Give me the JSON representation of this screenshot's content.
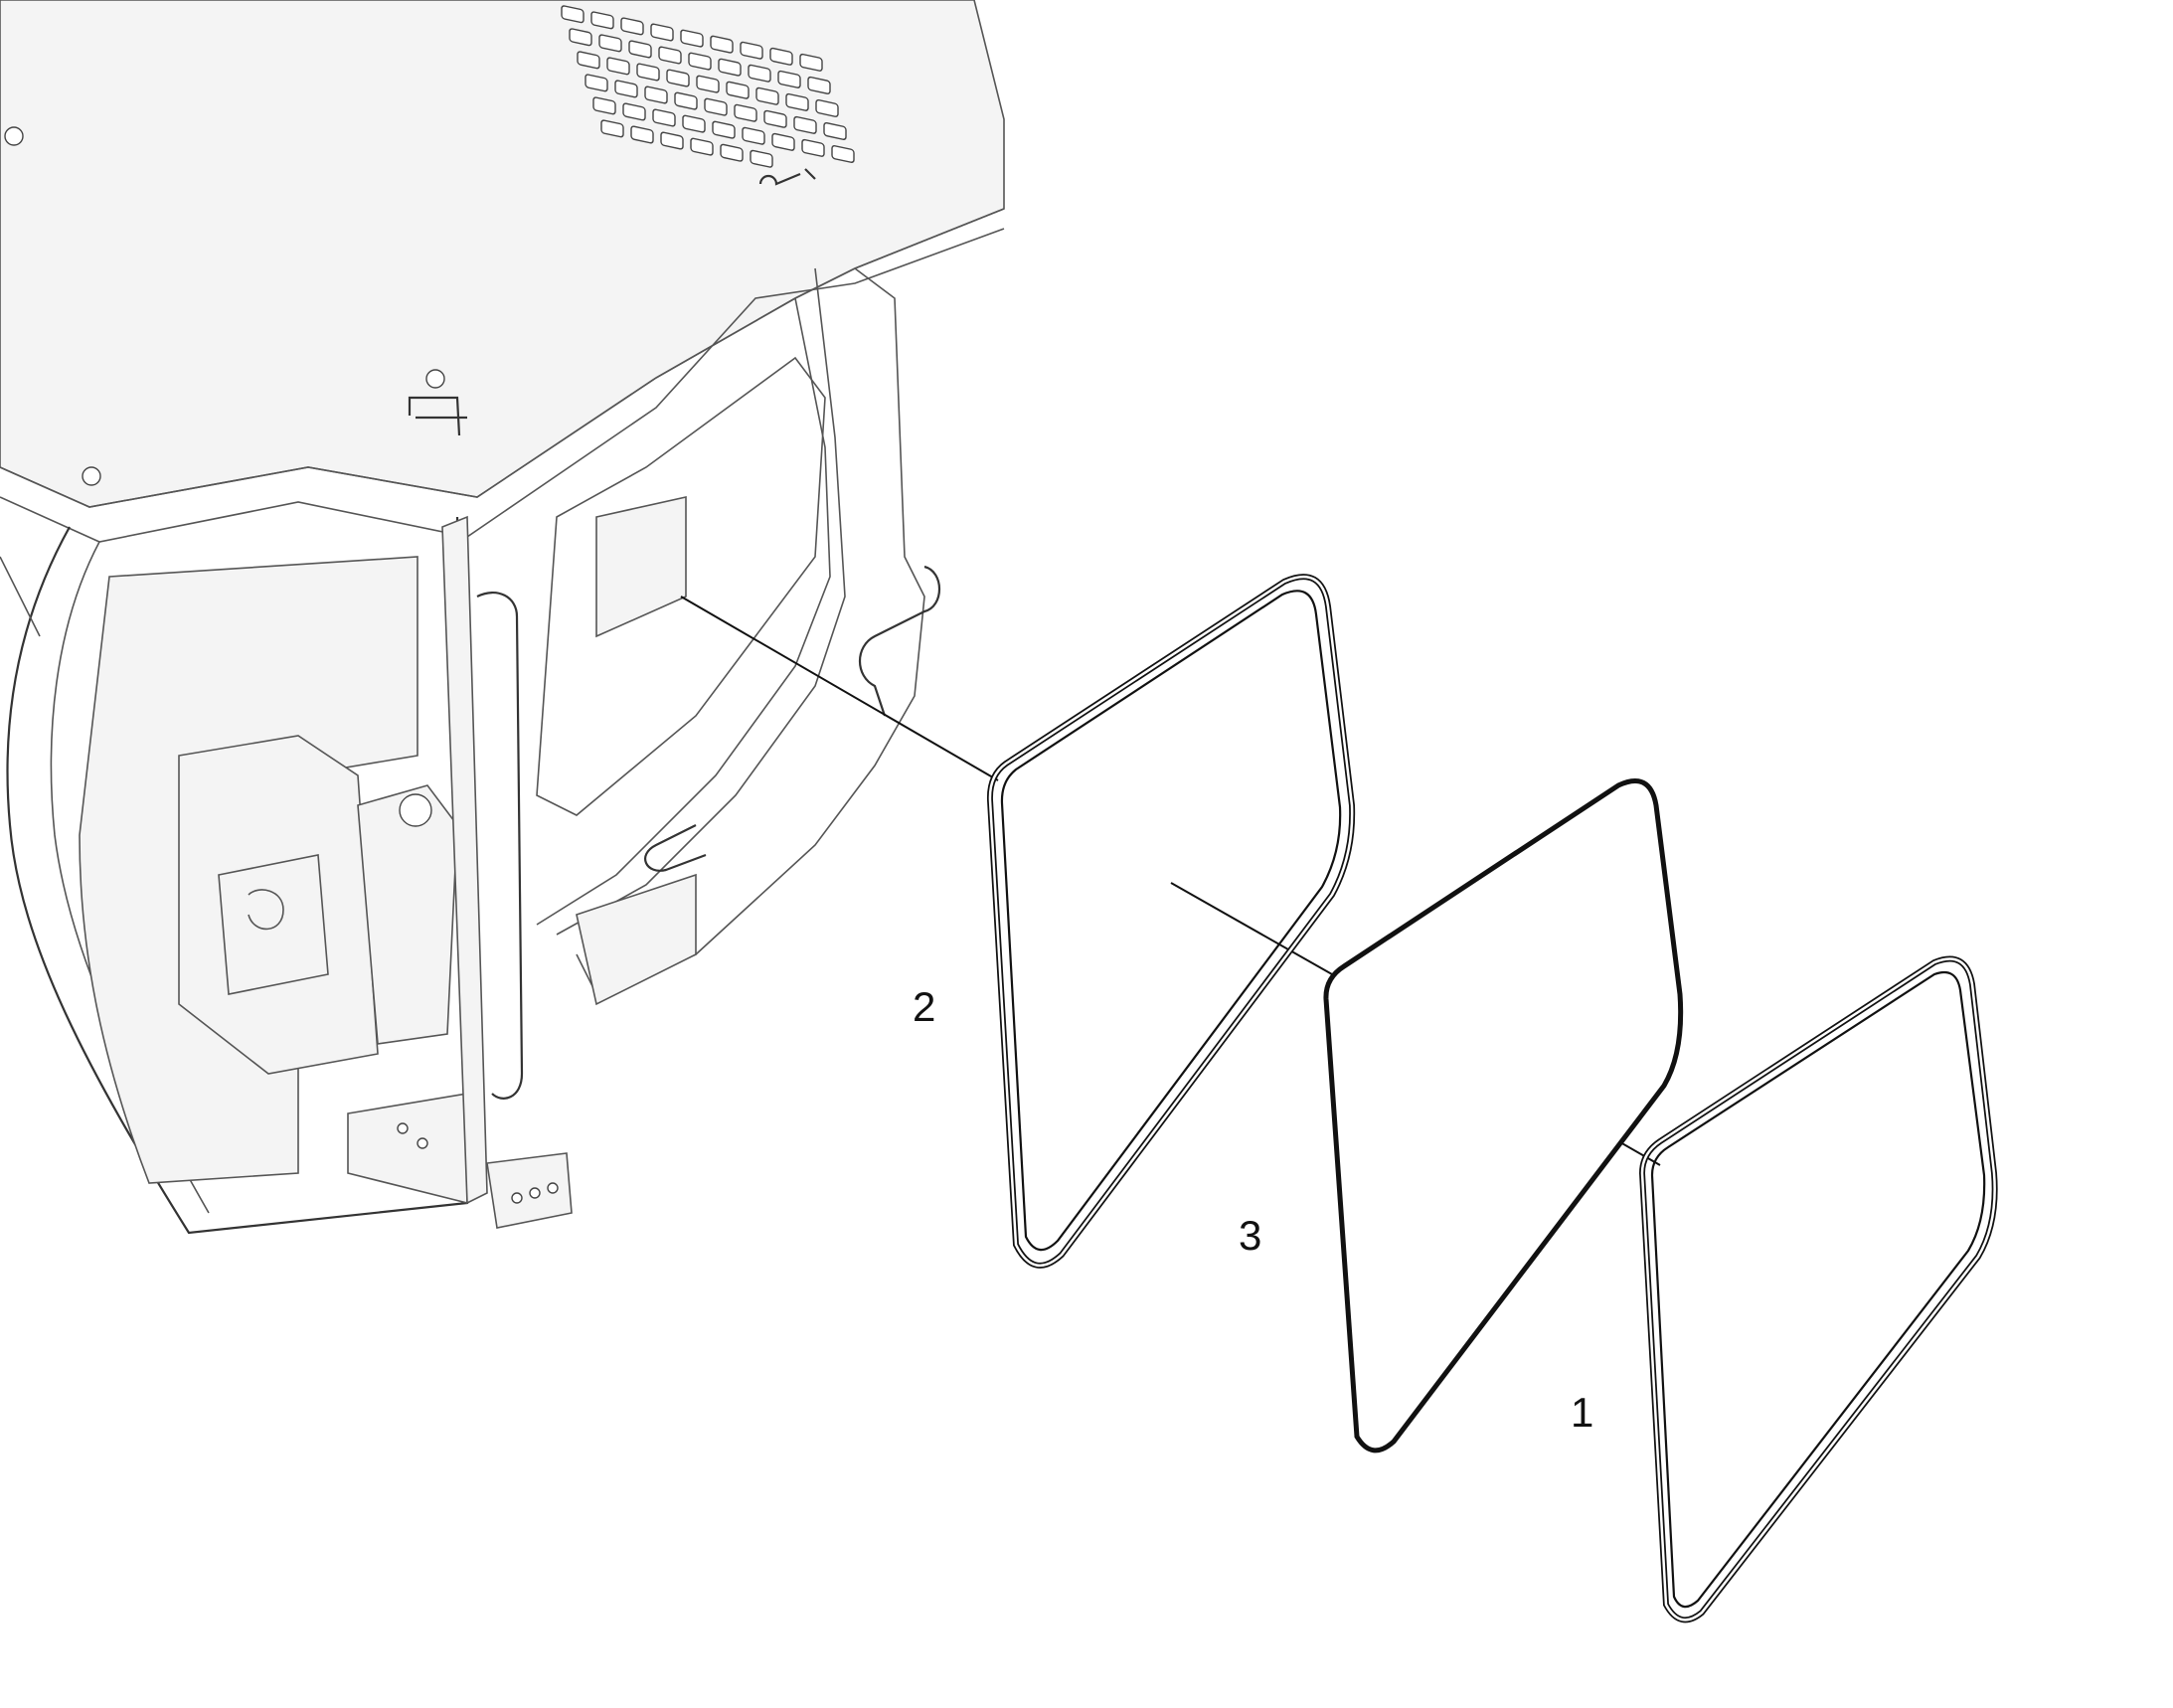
{
  "callouts": {
    "part_1": "1",
    "part_2": "2",
    "part_3": "3"
  },
  "colors": {
    "background": "#ffffff",
    "line_art": "#555555",
    "ink": "#111111"
  }
}
